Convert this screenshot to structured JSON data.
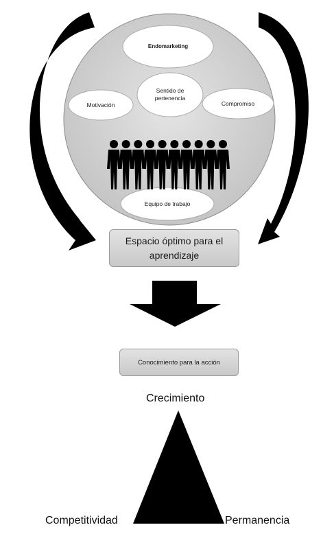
{
  "circle": {
    "top_oval": "Endomarketing",
    "center_oval": "Sentido de pertenencia",
    "left_oval": "Motivación",
    "right_oval": "Compromiso",
    "bottom_oval": "Equipo de trabajo"
  },
  "boxes": {
    "learning_space": "Espacio óptimo para el aprendizaje",
    "knowledge": "Conocimiento para la acción"
  },
  "triangle": {
    "top": "Crecimiento",
    "bottom_left": "Competitividad",
    "bottom_right": "Permanencia"
  },
  "people_count": 10,
  "colors": {
    "circle_fill": "#cfcfcf",
    "box_fill": "#d6d6d6",
    "ink": "#000000"
  }
}
